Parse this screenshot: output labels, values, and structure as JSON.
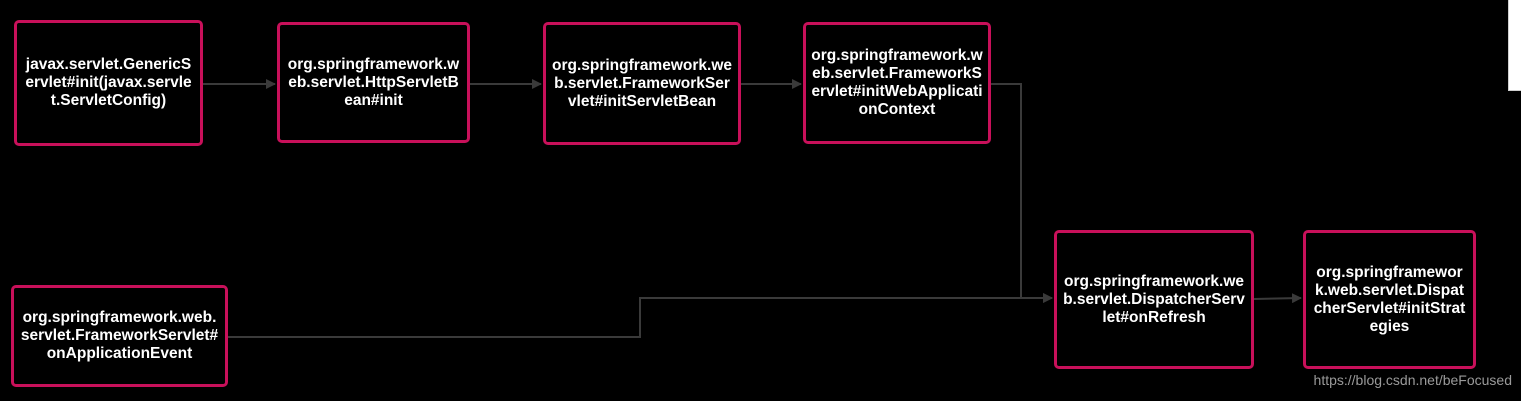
{
  "nodes": [
    {
      "id": "n1",
      "label": "javax.servlet.GenericServlet#init(javax.servlet.ServletConfig)"
    },
    {
      "id": "n2",
      "label": "org.springframework.web.servlet.HttpServletBean#init"
    },
    {
      "id": "n3",
      "label": "org.springframework.web.servlet.FrameworkServlet#initServletBean"
    },
    {
      "id": "n4",
      "label": "org.springframework.web.servlet.FrameworkServlet#initWebApplicationContext"
    },
    {
      "id": "n5",
      "label": "org.springframework.web.servlet.DispatcherServlet#onRefresh"
    },
    {
      "id": "n6",
      "label": "org.springframework.web.servlet.DispatcherServlet#initStrategies"
    },
    {
      "id": "n7",
      "label": "org.springframework.web.servlet.FrameworkServlet#onApplicationEvent"
    }
  ],
  "edges": [
    {
      "from": "n1",
      "to": "n2"
    },
    {
      "from": "n2",
      "to": "n3"
    },
    {
      "from": "n3",
      "to": "n4"
    },
    {
      "from": "n4",
      "to": "n5"
    },
    {
      "from": "n7",
      "to": "n5"
    },
    {
      "from": "n5",
      "to": "n6"
    }
  ],
  "colors": {
    "background": "#000000",
    "node_border": "#c8105a",
    "node_text": "#ffffff",
    "edge": "#3a3a3a"
  },
  "watermark": "https://blog.csdn.net/beFocused"
}
